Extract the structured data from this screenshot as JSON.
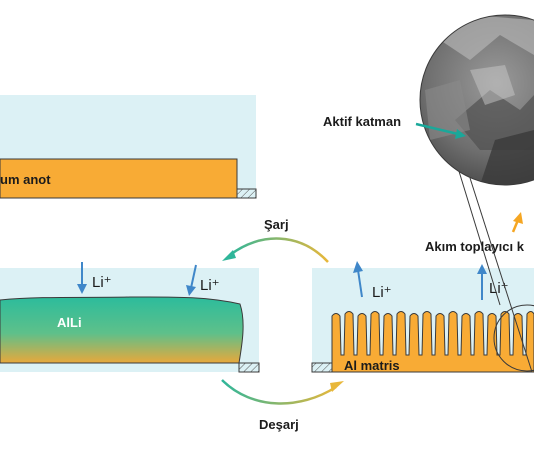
{
  "top_panel": {
    "anode_label": "um anot"
  },
  "left_panel": {
    "ion_labels": [
      "Li⁺",
      "Li⁺"
    ],
    "alloy_label": "AlLi"
  },
  "cycle": {
    "charge_label": "Şarj",
    "discharge_label": "Deşarj"
  },
  "right_panel": {
    "ion_labels": [
      "Li⁺",
      "Li⁺"
    ],
    "matrix_label": "Al matris"
  },
  "sem_inset": {
    "active_layer_label": "Aktif katman",
    "current_collector_label": "Akım toplayıcı k"
  },
  "colors": {
    "electrolyte": "#dcf1f5",
    "aluminum": "#f8ab35",
    "alloy_top": "#2cbc9c",
    "alloy_bottom": "#e8a83b",
    "ion_arrow": "#3f87c9",
    "pointer_teal": "#1aa89a",
    "pointer_orange": "#f5a623"
  }
}
